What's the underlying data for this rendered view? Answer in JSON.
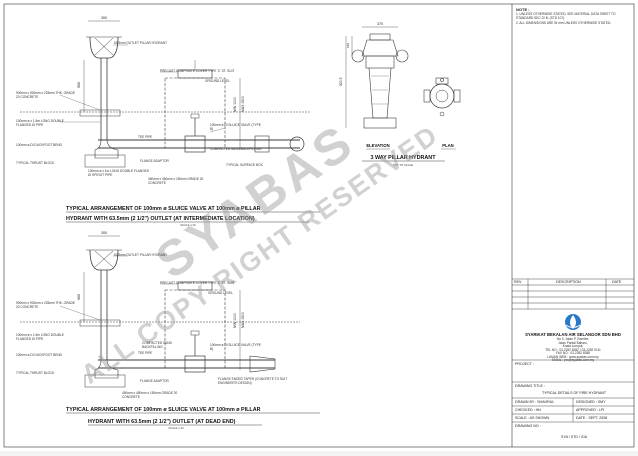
{
  "drawing": {
    "view_top": {
      "title_line1": "TYPICAL ARRANGEMENT OF 100mm ø SLUICE VALVE AT 100mm ø PILLAR",
      "title_line2": "HYDRANT WITH 63.5mm (2 1/2\") OUTLET (AT INTERMEDIATE LOCATION)",
      "scale": "SCALE 1:10",
      "notes": [
        "63.5mm OUTLET PILLAR HYDRANT",
        "PRECAST COMPOSITE COVER TYPE 'C' ST. SUIT",
        "GROUND LEVEL",
        "900mm x 900mm x 225mm THK. GRADE 20 CONCRETE",
        "100mm ø x 1.5m LONG DOUBLE FLANGED DI PIPE",
        "100mm ø DI DUCKFOOT BEND",
        "TYPICAL THRUST BLOCK",
        "100mm ø x 1m LONG DOUBLE FLANGED DI SPIGOT PIPE",
        "FLANGE ADAPTOR",
        "450mm x 450mm x 150mm GRADE 20 CONCRETE",
        "100mm ø DI SLUICE VALVE (TYPE B)",
        "TEE PIPE",
        "COMPACTED SAND BACKFILLING",
        "TYPICAL SURFACE BOX"
      ],
      "dims": [
        "300",
        "900",
        "MIN 1000",
        "MAX 1500"
      ]
    },
    "view_bottom": {
      "title_line1": "TYPICAL ARRANGEMENT OF 100mm ø SLUICE VALVE AT 100mm ø PILLAR",
      "title_line2": "HYDRANT WITH 63.5mm (2 1/2\") OUTLET (AT DEAD END)",
      "scale": "SCALE 1:10",
      "notes": [
        "63.5mm OUTLET PILLAR HYDRANT",
        "PRECAST COMPOSITE COVER TYPE 'C' ST. SUIT",
        "GROUND LEVEL",
        "900mm x 900mm x 225mm THK. GRADE 20 CONCRETE",
        "100mm ø x 1.5m LONG DOUBLE FLANGED DI PIPE",
        "100mm ø DI DUCKFOOT BEND",
        "TYPICAL THRUST BLOCK",
        "FLANGE ADAPTOR",
        "100mm ø DI SLUICE VALVE (TYPE B)",
        "TEE PIPE",
        "COMPACTED SAND BACKFILLING",
        "FLANGE ENDED TAPER (CONCRETE TO SUIT ENGINEER'S DESIGN)",
        "450mm x 450mm x 150mm GRADE 20 CONCRETE"
      ],
      "dims": [
        "300",
        "900",
        "MIN 1000",
        "MAX 1500"
      ]
    },
    "hydrant_detail": {
      "elevation_label": "ELEVATION",
      "plan_label": "PLAN",
      "title": "3 WAY PILLAR HYDRANT",
      "scale": "NOT TO SCALE",
      "dims": [
        "370",
        "920.5",
        "150"
      ]
    }
  },
  "watermark": {
    "line1": "SYABAS",
    "line2": "ALL COPY RIGHT RESERVED"
  },
  "title_block": {
    "note_header": "NOTE :",
    "notes": [
      "1. UNLESS OTHERWISE STATED, SEE MATERIAL DATA SHEET TO STANDARD SEC DI B. (STD 107)",
      "2. ALL DIMENSIONS ARE IN mm UNLESS OTHERWISE STATED."
    ],
    "revision_headers": [
      "REV.",
      "DESCRIPTION",
      "DATE"
    ],
    "revision_rows": 4,
    "company": {
      "name": "SYARIKAT BEKALAN AIR SELANGOR SDN BHD",
      "address": [
        "No 4, Jalan P. Ramlee,",
        "Jalan Pantai Baharu,",
        "Kuala Lumpur,",
        "TEL NO : 03-2282 8282 / 03-2282 9111",
        "FAX NO : 03-2282 8388",
        "LAMAN WEB : www.syabas.com.my",
        "EMAIL : pro@syabas.com.my"
      ]
    },
    "project_label": "PROJECT :",
    "drawing_title_label": "DRAWING TITLE :",
    "drawing_title": "TYPICAL DETAILS OF FIRE HYDRANT",
    "drawn_by": "DRAWN BY : SHAHRUL",
    "designed": "DESIGNED : SMY",
    "checked": "CHECKED : HN",
    "approved": "APPROVED : LPI",
    "scale": "SCALE : AS SHOWN",
    "date": "DATE : SEPT. 2008",
    "drawing_no_label": "DRAWING NO :",
    "drawing_no": "SYA / STD / 016"
  },
  "colors": {
    "line": "#3a3a3a",
    "accent": "#2a78c8",
    "watermark": "#9a9a9a"
  }
}
